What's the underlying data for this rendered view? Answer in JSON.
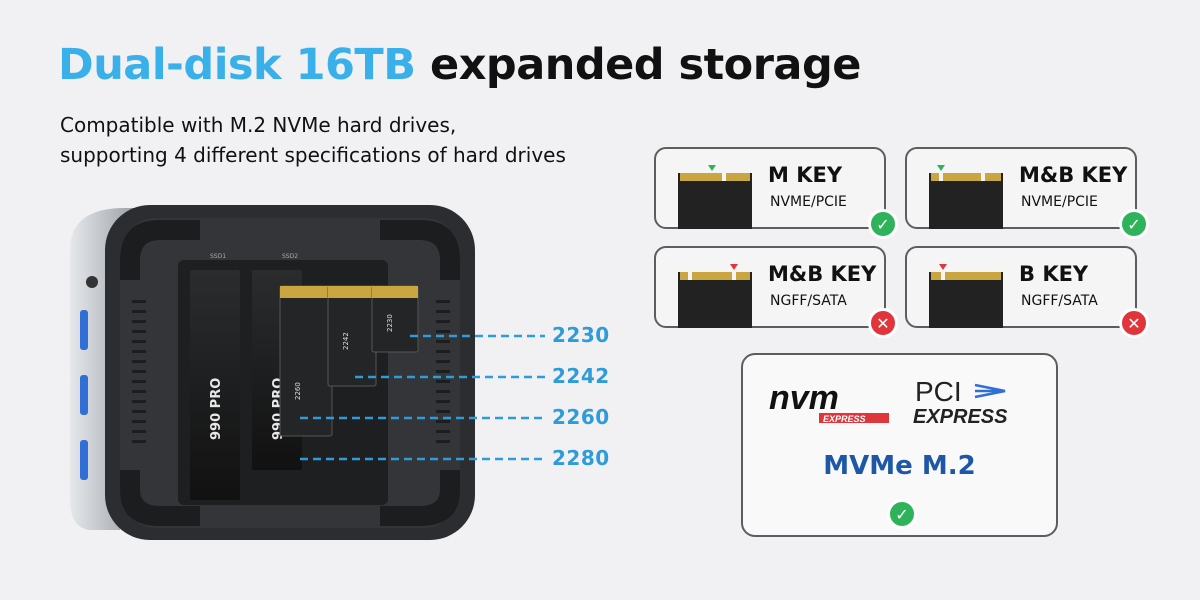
{
  "header": {
    "title_highlight": "Dual-disk 16TB",
    "title_rest": "expanded storage",
    "subtitle_line1": "Compatible with M.2 NVMe hard drives,",
    "subtitle_line2": "supporting 4 different specifications of hard drives"
  },
  "device": {
    "slot_labels": [
      "SSD1",
      "SSD2"
    ],
    "ssd_brand": "990 PRO",
    "ssd_labels": [
      "2260",
      "2242",
      "2230"
    ]
  },
  "drive_sizes": [
    "2230",
    "2242",
    "2260",
    "2280"
  ],
  "key_cards": [
    {
      "title": "M KEY",
      "subtitle": "NVME/PCIE",
      "supported": true,
      "status_icon": "check-icon"
    },
    {
      "title": "M&B KEY",
      "subtitle": "NVME/PCIE",
      "supported": true,
      "status_icon": "check-icon"
    },
    {
      "title": "M&B KEY",
      "subtitle": "NGFF/SATA",
      "supported": false,
      "status_icon": "cross-icon"
    },
    {
      "title": "B KEY",
      "subtitle": "NGFF/SATA",
      "supported": false,
      "status_icon": "cross-icon"
    }
  ],
  "nvme_card": {
    "nvm_logo_text": "nvm",
    "nvm_logo_sub": "EXPRESS",
    "pci_logo_text": "PCI",
    "pci_logo_sub": "EXPRESS",
    "label": "MVMe M.2",
    "status_icon": "check-icon"
  },
  "colors": {
    "accent_blue": "#3ab0ea",
    "label_blue": "#2f9bd8",
    "mvme_blue": "#1d57a6",
    "ok_green": "#2fb35a",
    "bad_red": "#e0353b"
  }
}
